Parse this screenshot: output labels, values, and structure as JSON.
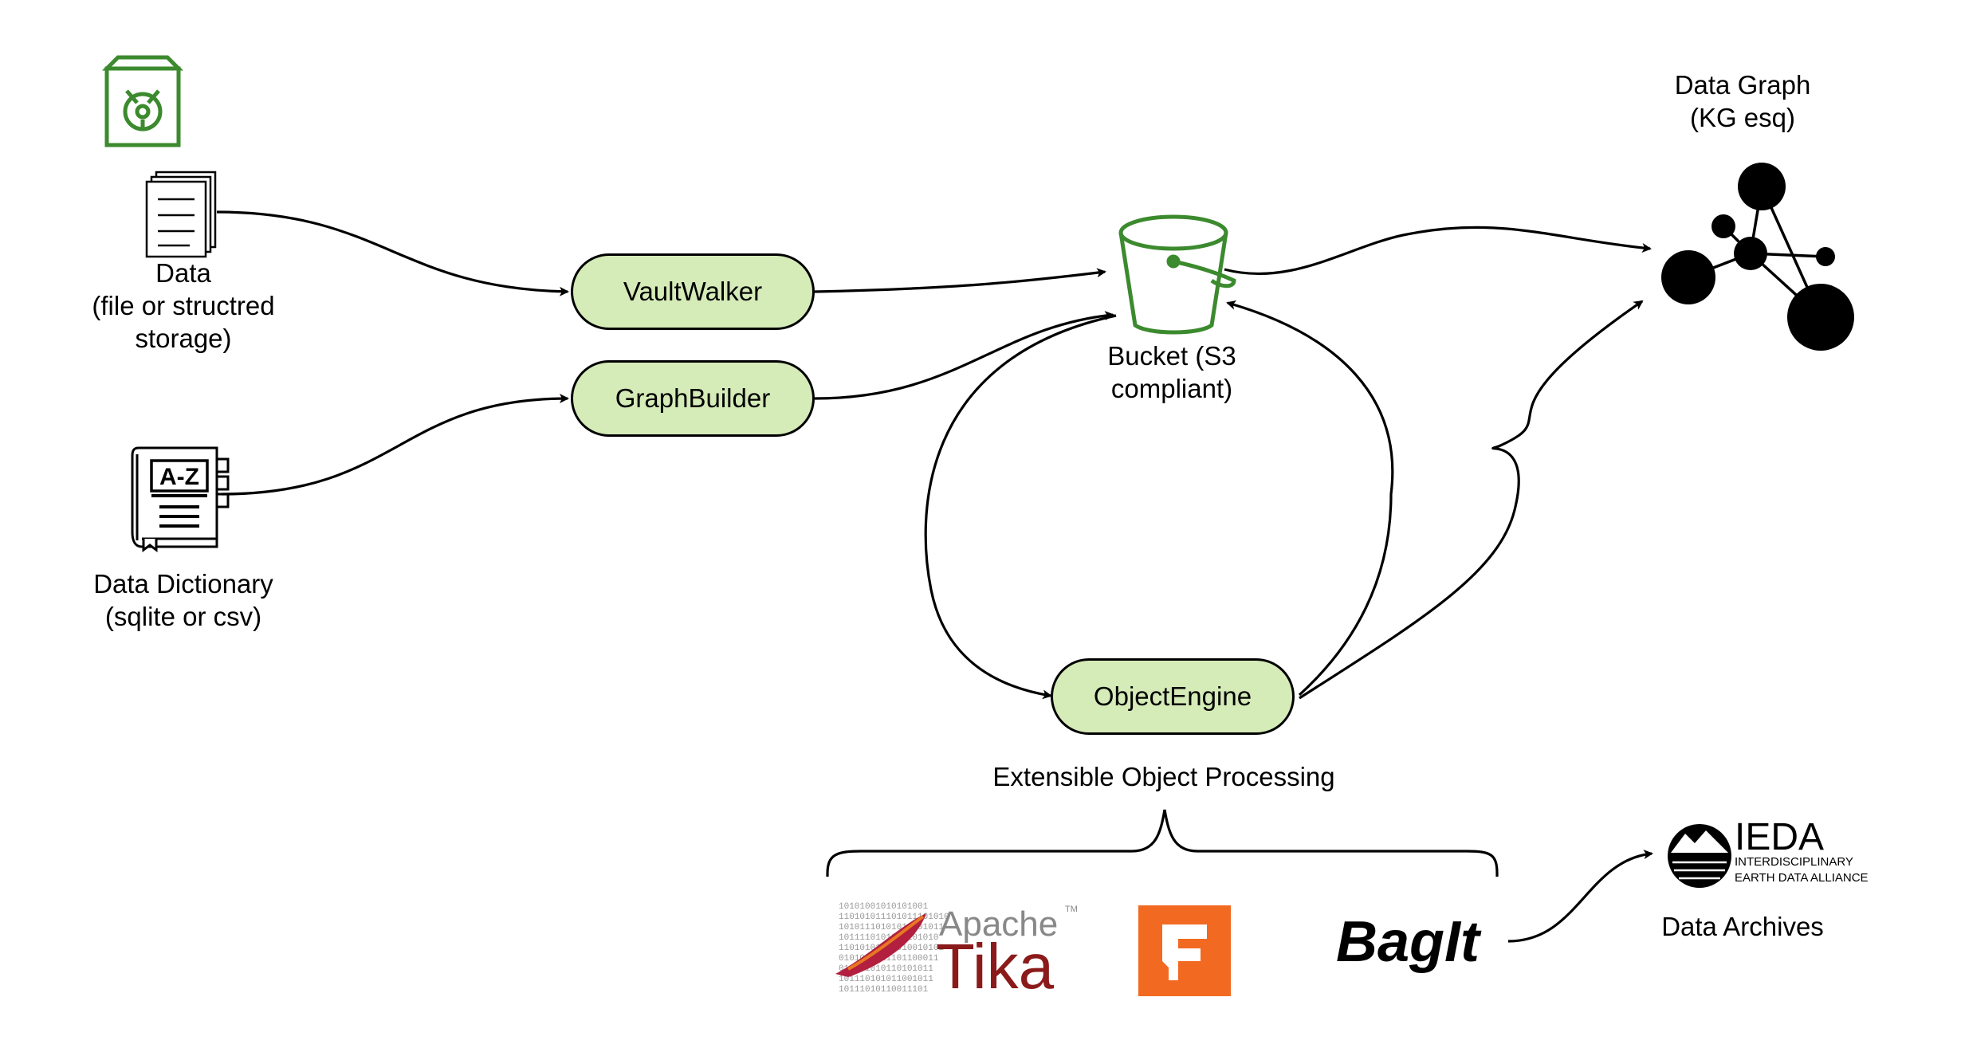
{
  "nodes": {
    "vaultwalker": "VaultWalker",
    "graphbuilder": "GraphBuilder",
    "objectengine": "ObjectEngine"
  },
  "labels": {
    "data_line1": "Data",
    "data_line2": "(file or structred",
    "data_line3": "storage)",
    "dictionary_line1": "Data Dictionary",
    "dictionary_line2": "(sqlite or csv)",
    "bucket_line1": "Bucket (S3",
    "bucket_line2": "compliant)",
    "graph_line1": "Data Graph",
    "graph_line2": "(KG esq)",
    "processing": "Extensible Object Processing",
    "archives": "Data Archives"
  },
  "logos": {
    "tika_apache": "Apache",
    "tika_tm": "TM",
    "tika_name": "Tika",
    "tika_binary": [
      "10101001010101001",
      "110101011101011101010",
      "10101110101010101011",
      "1011110101010101010",
      "11010101011010010101",
      "0101001011101100011",
      "010101010110101011",
      "101110101011001011",
      "10111010110011101"
    ],
    "bagit": "BagIt",
    "ieda_name": "IEDA",
    "ieda_sub1": "INTERDISCIPLINARY",
    "ieda_sub2": "EARTH DATA ALLIANCE",
    "dict_az": "A-Z"
  },
  "colors": {
    "node_fill": "#d5ebb8",
    "bucket_green": "#3c8a2e",
    "tika_red": "#8b1a1a",
    "fl_orange": "#f26a21"
  },
  "icons": [
    "package-icon",
    "documents-icon",
    "dictionary-book-icon",
    "bucket-icon",
    "graph-network-icon",
    "tika-logo",
    "f-logo",
    "bagit-logo",
    "ieda-logo"
  ]
}
